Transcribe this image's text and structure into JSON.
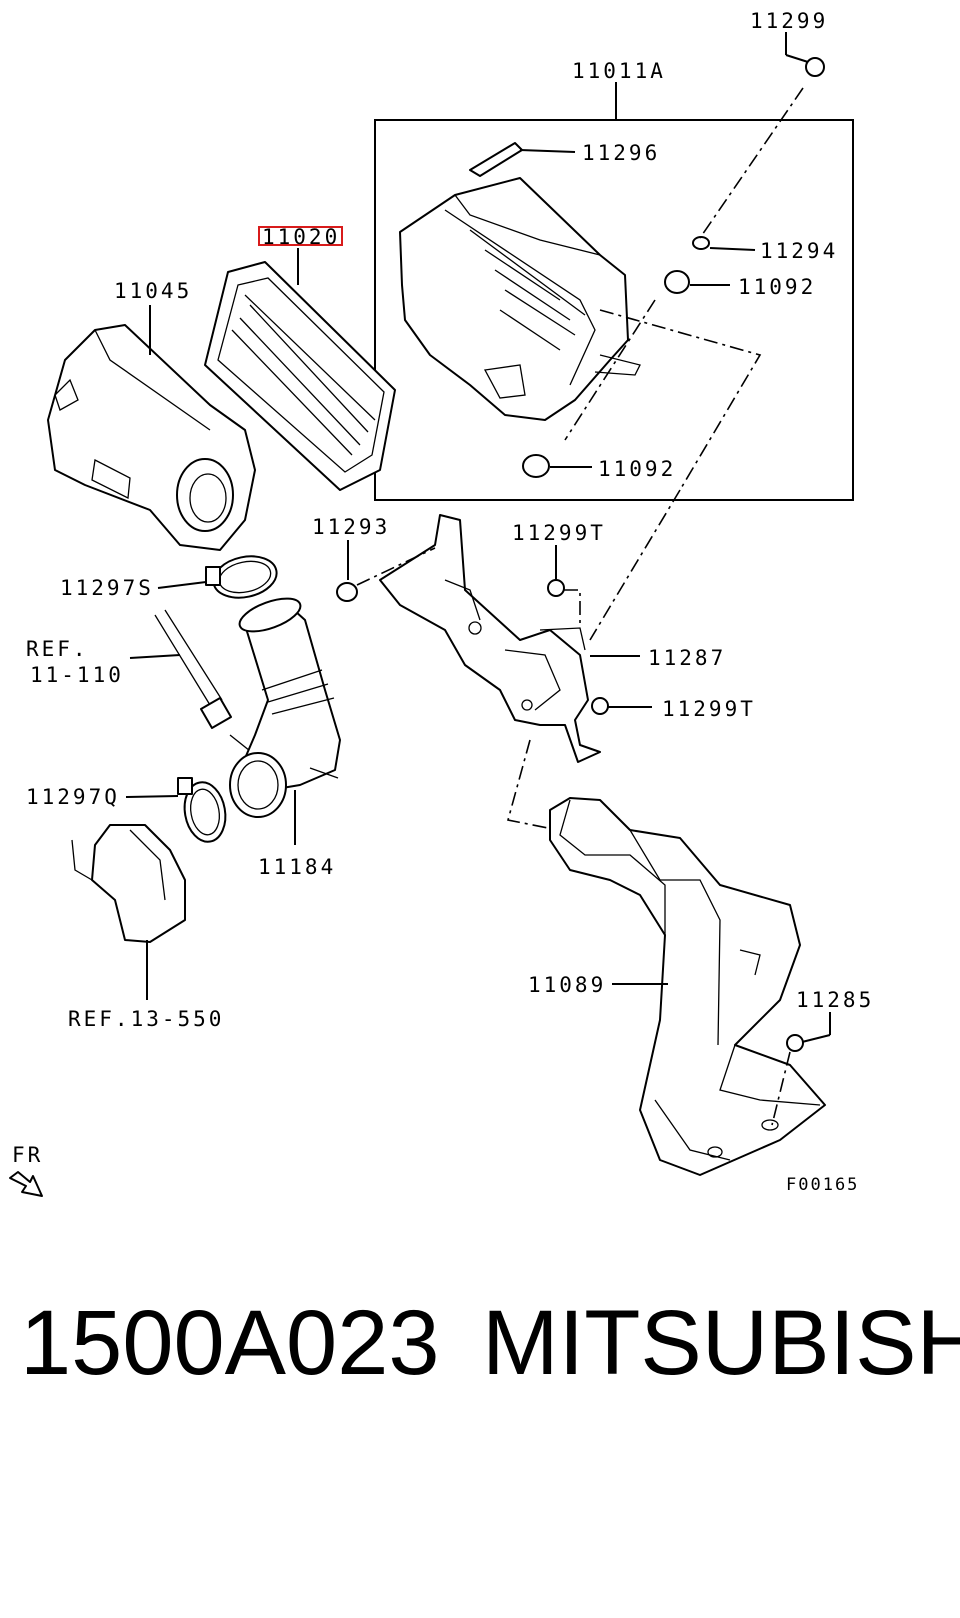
{
  "diagram": {
    "labels": {
      "l11299": "11299",
      "l11011A": "11011A",
      "l11296": "11296",
      "l11294": "11294",
      "l11092a": "11092",
      "l11092b": "11092",
      "l11020": "11020",
      "l11045": "11045",
      "l11293": "11293",
      "l11299Ta": "11299T",
      "l11287": "11287",
      "l11299Tb": "11299T",
      "l11297S": "11297S",
      "ref1": "REF.",
      "ref2": "11-110",
      "l11297Q": "11297Q",
      "l11184": "11184",
      "ref13": "REF.13-550",
      "l11089": "11089",
      "l11285": "11285",
      "fr": "FR",
      "code": "F00165"
    },
    "highlight_color": "#d81b1b"
  },
  "caption": {
    "part_number": "1500A023",
    "brand": "MITSUBISHI"
  }
}
